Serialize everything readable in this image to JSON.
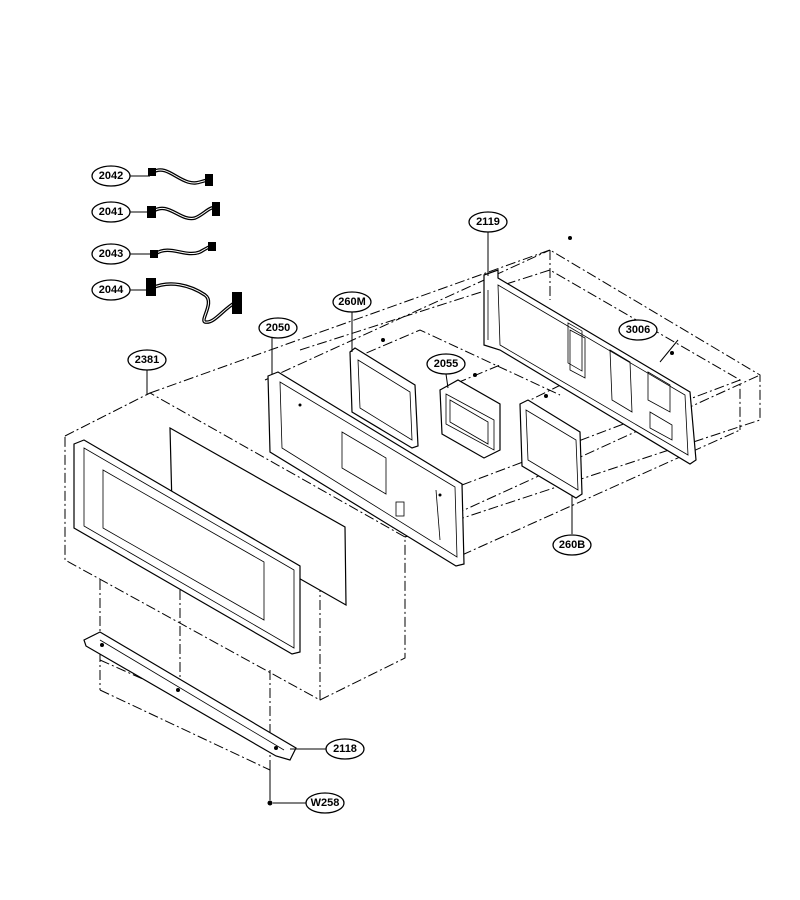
{
  "callouts": [
    {
      "id": "2042",
      "label": "2042"
    },
    {
      "id": "2041",
      "label": "2041"
    },
    {
      "id": "2043",
      "label": "2043"
    },
    {
      "id": "2044",
      "label": "2044"
    },
    {
      "id": "2119",
      "label": "2119"
    },
    {
      "id": "260M",
      "label": "260M"
    },
    {
      "id": "2050",
      "label": "2050"
    },
    {
      "id": "3006",
      "label": "3006"
    },
    {
      "id": "2055",
      "label": "2055"
    },
    {
      "id": "2381",
      "label": "2381"
    },
    {
      "id": "260B",
      "label": "260B"
    },
    {
      "id": "2118",
      "label": "2118"
    },
    {
      "id": "W258",
      "label": "W258"
    }
  ]
}
